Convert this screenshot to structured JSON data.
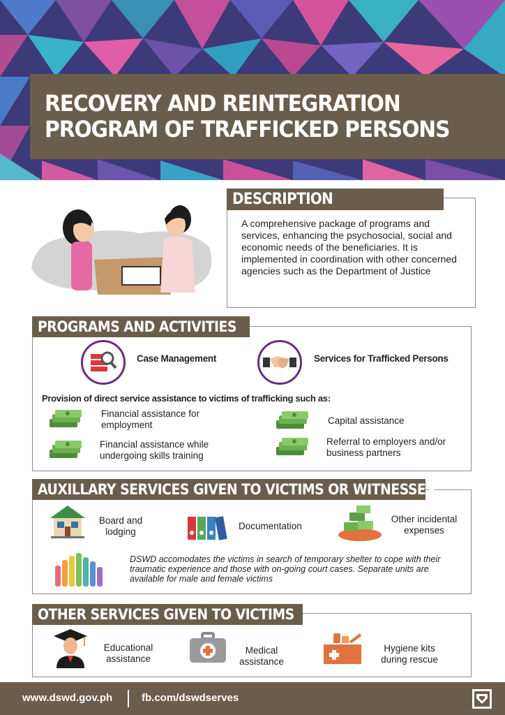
{
  "header": {
    "title_line1": "RECOVERY AND REINTEGRATION",
    "title_line2": "PROGRAM OF TRAFFICKED PERSONS"
  },
  "description": {
    "heading": "DESCRIPTION",
    "text": "A comprehensive package of programs and services, enhancing the psychosocial, social  and economic needs of the beneficiaries. It is implemented in coordination with other concerned agencies such as the Department of Justice"
  },
  "programs": {
    "heading": "PROGRAMS AND ACTIVITIES",
    "case_management": "Case Management",
    "services_trafficked": "Services for Trafficked Persons",
    "provision_text": "Provision of direct service assistance to victims of trafficking such as:",
    "items": [
      {
        "label": "Financial assistance for employment"
      },
      {
        "label": "Financial assistance while undergoing skills training"
      },
      {
        "label": "Capital assistance"
      },
      {
        "label": "Referral to employers and/or business partners"
      }
    ]
  },
  "auxillary": {
    "heading": "AUXILLARY SERVICES GIVEN TO VICTIMS OR WITNESSES",
    "board": "Board and lodging",
    "documentation": "Documentation",
    "incidental": "Other incidental expenses",
    "note": "DSWD accomodates the victims in search of temporary shelter to cope with their traumatic experience and those with on-going court cases. Separate units are available for male and female victims"
  },
  "other": {
    "heading": "OTHER SERVICES GIVEN TO VICTIMS",
    "educational": "Educational assistance",
    "medical": "Medical assistance",
    "hygiene": "Hygiene kits during rescue"
  },
  "footer": {
    "website": "www.dswd.gov.ph",
    "facebook": "fb.com/dswdserves"
  },
  "colors": {
    "brown": "#6b5d4b",
    "purple_ring": "#6a2c7e",
    "money_green": "#5f9e48"
  },
  "icons": {
    "case_management": "server-search-icon",
    "services": "handshake-icon",
    "money": "money-stack-icon",
    "board": "house-icon",
    "documentation": "binders-icon",
    "incidental": "money-pile-icon",
    "hands": "raised-hands-icon",
    "educational": "graduate-icon",
    "medical": "medical-kit-icon",
    "hygiene": "hygiene-kit-icon",
    "logo": "dswd-logo-icon"
  }
}
